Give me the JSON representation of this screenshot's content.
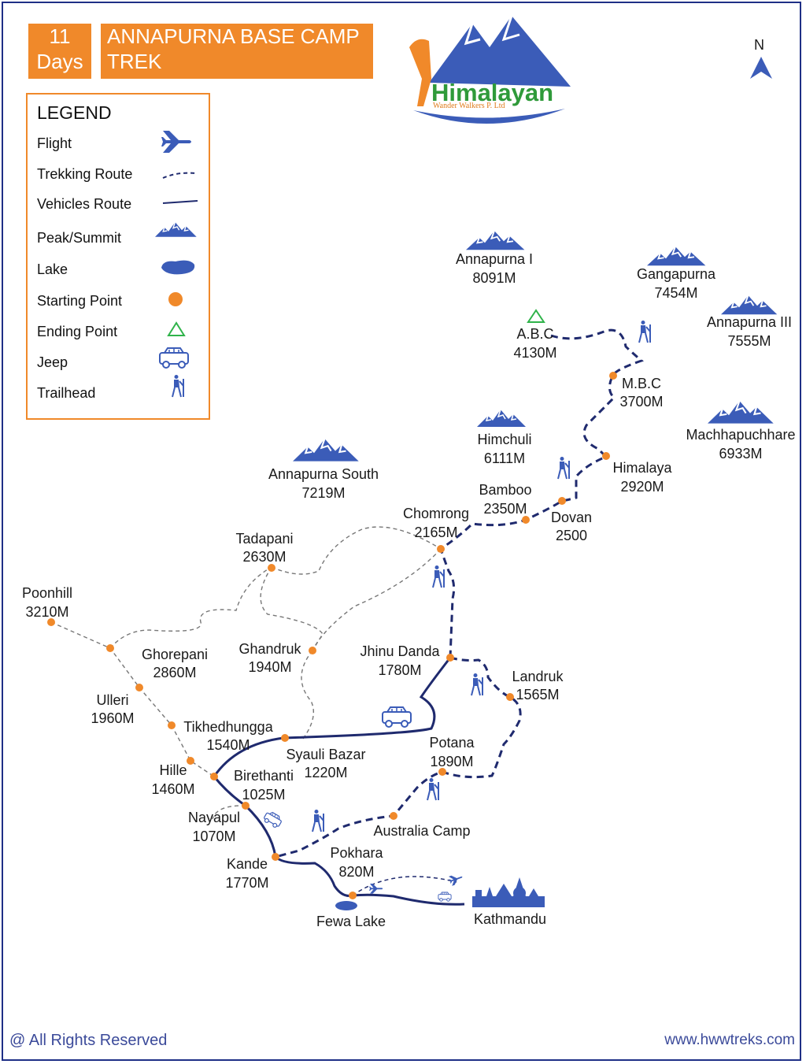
{
  "header": {
    "days_number": "11",
    "days_label": "Days",
    "title_line1": "ANNAPURNA BASE CAMP",
    "title_line2": "TREK"
  },
  "logo": {
    "brand": "Himalayan",
    "tagline": "Wander Walkers P. Ltd"
  },
  "north": "N",
  "legend": {
    "title": "LEGEND",
    "items": [
      {
        "label": "Flight",
        "icon": "airplane-icon"
      },
      {
        "label": "Trekking Route",
        "icon": "dashed-line-icon"
      },
      {
        "label": "Vehicles Route",
        "icon": "solid-line-icon"
      },
      {
        "label": "Peak/Summit",
        "icon": "mountain-icon"
      },
      {
        "label": "Lake",
        "icon": "lake-icon"
      },
      {
        "label": "Starting Point",
        "icon": "orange-dot-icon"
      },
      {
        "label": "Ending Point",
        "icon": "green-triangle-icon"
      },
      {
        "label": "Jeep",
        "icon": "jeep-icon"
      },
      {
        "label": "Trailhead",
        "icon": "hiker-icon"
      }
    ]
  },
  "peaks": {
    "annapurna_i": {
      "name": "Annapurna I",
      "alt": "8091M"
    },
    "gangapurna": {
      "name": "Gangapurna",
      "alt": "7454M"
    },
    "annapurna_iii": {
      "name": "Annapurna III",
      "alt": "7555M"
    },
    "himchuli": {
      "name": "Himchuli",
      "alt": "6111M"
    },
    "machhapuchhare": {
      "name": "Machhapuchhare",
      "alt": "6933M"
    },
    "annapurna_south": {
      "name": "Annapurna South",
      "alt": "7219M"
    }
  },
  "places": {
    "abc": {
      "name": "A.B.C",
      "alt": "4130M"
    },
    "mbc": {
      "name": "M.B.C",
      "alt": "3700M"
    },
    "himalaya": {
      "name": "Himalaya",
      "alt": "2920M"
    },
    "bamboo": {
      "name": "Bamboo",
      "alt": "2350M"
    },
    "dovan": {
      "name": "Dovan",
      "alt": "2500"
    },
    "chomrong": {
      "name": "Chomrong",
      "alt": "2165M"
    },
    "tadapani": {
      "name": "Tadapani",
      "alt": "2630M"
    },
    "poonhill": {
      "name": "Poonhill",
      "alt": "3210M"
    },
    "ghorepani": {
      "name": "Ghorepani",
      "alt": "2860M"
    },
    "ghandruk": {
      "name": "Ghandruk",
      "alt": "1940M"
    },
    "jhinu": {
      "name": "Jhinu Danda",
      "alt": "1780M"
    },
    "landruk": {
      "name": "Landruk",
      "alt": "1565M"
    },
    "ulleri": {
      "name": "Ulleri",
      "alt": "1960M"
    },
    "tikhedhungga": {
      "name": "Tikhedhungga",
      "alt": "1540M"
    },
    "syauli": {
      "name": "Syauli Bazar",
      "alt": "1220M"
    },
    "potana": {
      "name": "Potana",
      "alt": "1890M"
    },
    "hille": {
      "name": "Hille",
      "alt": "1460M"
    },
    "birethanti": {
      "name": "Birethanti",
      "alt": "1025M"
    },
    "nayapul": {
      "name": "Nayapul",
      "alt": "1070M"
    },
    "australia": {
      "name": "Australia Camp"
    },
    "kande": {
      "name": "Kande",
      "alt": "1770M"
    },
    "pokhara": {
      "name": "Pokhara",
      "alt": "820M"
    },
    "fewa": {
      "name": "Fewa Lake"
    },
    "kathmandu": {
      "name": "Kathmandu"
    }
  },
  "footer": {
    "rights": "@ All Rights Reserved",
    "website": "www.hwwtreks.com"
  },
  "colors": {
    "accent": "#f0892a",
    "route": "#1f2a6e",
    "icon_blue": "#3b5cb8",
    "end_green": "#2fb34a",
    "trail_grey": "#777777"
  }
}
